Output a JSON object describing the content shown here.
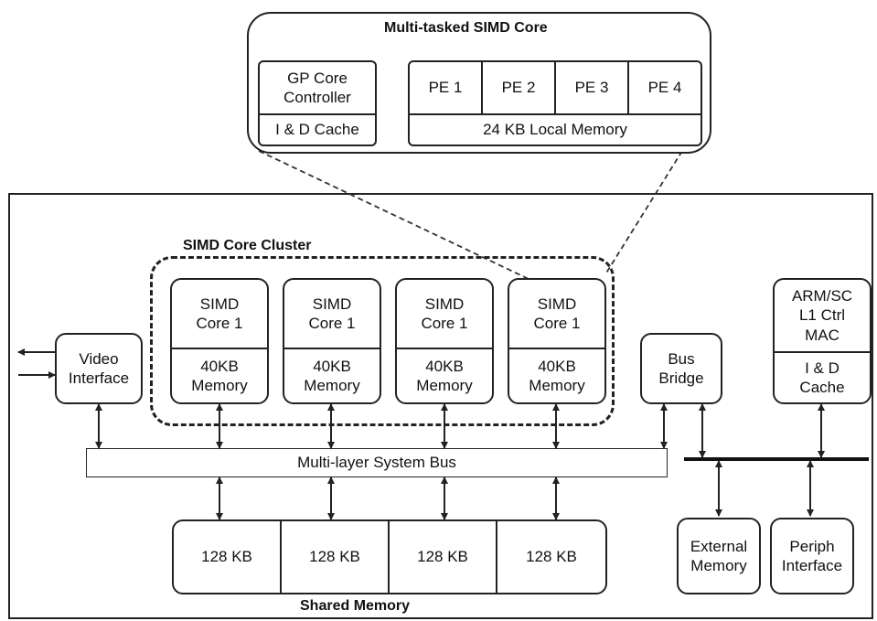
{
  "top": {
    "title": "Multi-tasked SIMD Core",
    "gp_core": "GP Core\nController",
    "gp_cache": "I & D Cache",
    "pes": [
      "PE 1",
      "PE 2",
      "PE 3",
      "PE 4"
    ],
    "local_memory": "24 KB Local Memory"
  },
  "cluster": {
    "title": "SIMD Core Cluster",
    "cores": [
      {
        "name": "SIMD\nCore 1",
        "memory": "40KB\nMemory"
      },
      {
        "name": "SIMD\nCore 1",
        "memory": "40KB\nMemory"
      },
      {
        "name": "SIMD\nCore 1",
        "memory": "40KB\nMemory"
      },
      {
        "name": "SIMD\nCore 1",
        "memory": "40KB\nMemory"
      }
    ]
  },
  "video_interface": "Video\nInterface",
  "bus_bridge": "Bus\nBridge",
  "arm": {
    "ctrl": "ARM/SC\nL1 Ctrl\nMAC",
    "cache": "I & D\nCache"
  },
  "system_bus": "Multi-layer System Bus",
  "shared_memory": {
    "title": "Shared Memory",
    "banks": [
      "128 KB",
      "128 KB",
      "128 KB",
      "128 KB"
    ]
  },
  "external_memory": "External\nMemory",
  "periph_interface": "Periph\nInterface",
  "colors": {
    "stroke": "#222222",
    "background": "#ffffff"
  }
}
